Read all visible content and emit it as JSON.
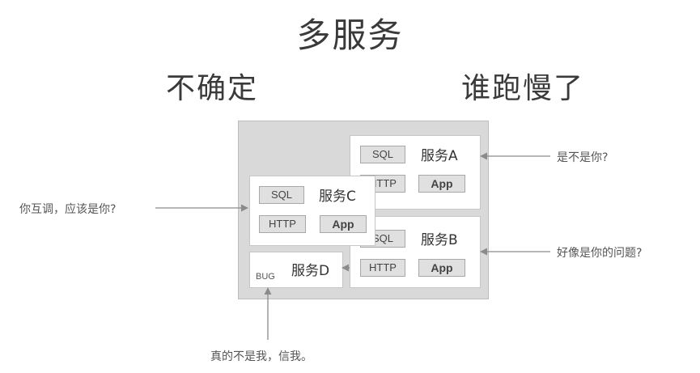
{
  "title": "多服务",
  "subtitle_left": "不确定",
  "subtitle_right": "谁跑慢了",
  "services": {
    "a": {
      "name": "服务A",
      "sql": "SQL",
      "http": "HTTP",
      "app": "App"
    },
    "b": {
      "name": "服务B",
      "sql": "SQL",
      "http": "HTTP",
      "app": "App"
    },
    "c": {
      "name": "服务C",
      "sql": "SQL",
      "http": "HTTP",
      "app": "App"
    },
    "d": {
      "name": "服务D",
      "bug": "BUG"
    }
  },
  "notes": {
    "a": "是不是你?",
    "b": "好像是你的问题?",
    "c": "你互调，应该是你?",
    "d": "真的不是我，信我。"
  },
  "colors": {
    "arrow": "#8a8a8a",
    "container": "#d9d9d9",
    "chip": "#e0e0e0"
  }
}
